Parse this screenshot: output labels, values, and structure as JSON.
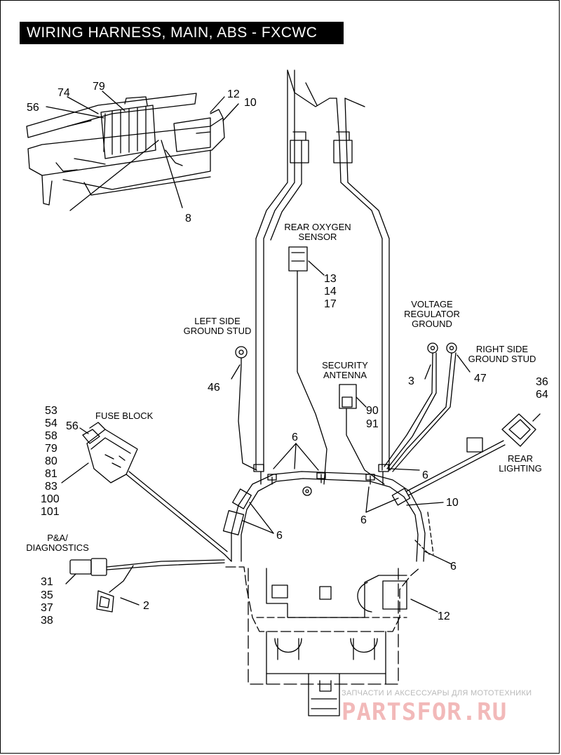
{
  "title": "WIRING HARNESS, MAIN, ABS - FXCWC",
  "labels": {
    "rear_oxygen_sensor": [
      "REAR OXYGEN",
      "SENSOR"
    ],
    "left_side_ground_stud": [
      "LEFT SIDE",
      "GROUND STUD"
    ],
    "voltage_regulator_ground": [
      "VOLTAGE",
      "REGULATOR",
      "GROUND"
    ],
    "right_side_ground_stud": [
      "RIGHT SIDE",
      "GROUND STUD"
    ],
    "security_antenna": [
      "SECURITY",
      "ANTENNA"
    ],
    "fuse_block": "FUSE BLOCK",
    "pa_diagnostics": [
      "P&A/",
      "DIAGNOSTICS"
    ],
    "rear_lighting": [
      "REAR",
      "LIGHTING"
    ]
  },
  "callouts": {
    "n74": "74",
    "n79": "79",
    "n56_top": "56",
    "n12_top": "12",
    "n10_top": "10",
    "n8": "8",
    "n13": "13",
    "n14": "14",
    "n17": "17",
    "n46": "46",
    "n3": "3",
    "n47": "47",
    "n90": "90",
    "n91": "91",
    "n36": "36",
    "n64": "64",
    "fuse_list": [
      "53",
      "54",
      "58",
      "79",
      "80",
      "81",
      "83",
      "100",
      "101"
    ],
    "n56_fuse": "56",
    "n6_top": "6",
    "n6_right": "6",
    "n6_left": "6",
    "n6_bottom": "6",
    "n6_lowright": "6",
    "n10_right": "10",
    "n12_bottom": "12",
    "n2": "2",
    "diag_list": [
      "31",
      "35",
      "37",
      "38"
    ]
  },
  "watermark": {
    "text": "ЗАПЧАСТИ И АКСЕССУАРЫ ДЛЯ МОТОТЕХНИКИ",
    "logo": "PARTSFOR.RU"
  }
}
